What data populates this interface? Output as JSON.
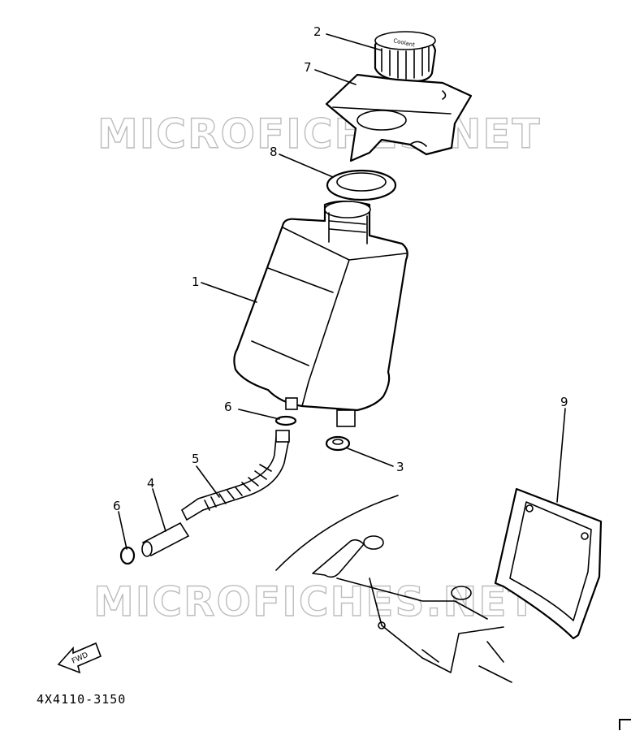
{
  "watermark": {
    "text": "MICROFICHES.NET"
  },
  "diagram_code": "4X4110-3150",
  "fwd_label": "FWD",
  "cap_text": "Coolant",
  "callouts": [
    {
      "id": "1",
      "text": "1"
    },
    {
      "id": "2",
      "text": "2"
    },
    {
      "id": "3",
      "text": "3"
    },
    {
      "id": "4",
      "text": "4"
    },
    {
      "id": "5",
      "text": "5"
    },
    {
      "id": "6a",
      "text": "6"
    },
    {
      "id": "6b",
      "text": "6"
    },
    {
      "id": "7",
      "text": "7"
    },
    {
      "id": "8",
      "text": "8"
    },
    {
      "id": "9",
      "text": "9"
    }
  ]
}
